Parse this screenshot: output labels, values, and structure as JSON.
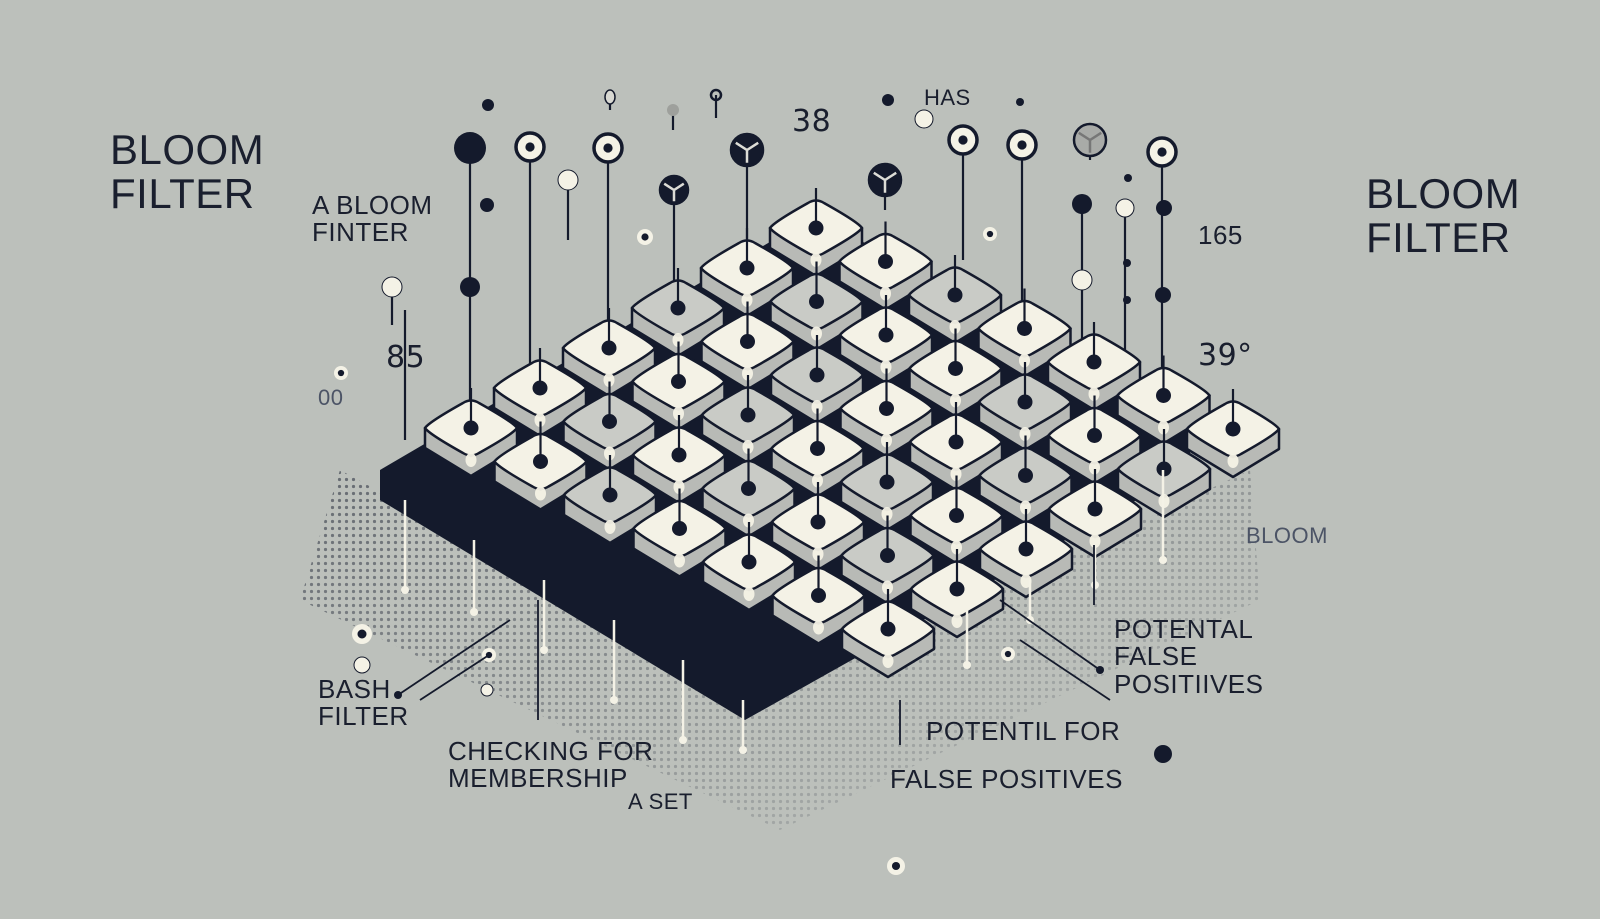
{
  "diagram": {
    "title_left": "BLOOM\nFILTER",
    "title_right": "BLOOM\nFILTER",
    "labels": {
      "a_bloom_finter": "A BLOOM\nFINTER",
      "has": "HAS",
      "bash_filter": "BASH\nFILTER",
      "checking_membership": "CHECKING FOR\nMEMBERSHIP",
      "a_set": "A SET",
      "potential_false_positives_right": "POTENTAL\nFALSE\nPOSITIIVES",
      "potential_for_false_positives": "POTENTIL FOR",
      "false_positives_bottom": "FALSE POSITIVES",
      "bloom_small": "BLOOM"
    },
    "numbers": {
      "n_38_top": "38",
      "n_85_left": "85",
      "n_00_left": "00",
      "n_165_right": "165",
      "n_39_right": "39°"
    },
    "colors": {
      "background": "#bcc0bb",
      "ink": "#141a2c",
      "tile_light": "#f4f2e6",
      "tile_grey": "#c9cbc6",
      "tile_side": "#b8bab6"
    },
    "grid": {
      "rows": 6,
      "cols": 7,
      "tile_shades": [
        [
          "light",
          "light",
          "grey",
          "light",
          "light",
          "light",
          "light"
        ],
        [
          "light",
          "grey",
          "light",
          "light",
          "grey",
          "light",
          "grey"
        ],
        [
          "grey",
          "light",
          "grey",
          "light",
          "light",
          "grey",
          "light"
        ],
        [
          "light",
          "light",
          "grey",
          "light",
          "grey",
          "light",
          "light"
        ],
        [
          "light",
          "grey",
          "light",
          "grey",
          "light",
          "grey",
          "light"
        ],
        [
          "light",
          "light",
          "grey",
          "light",
          "light",
          "light",
          "light"
        ]
      ]
    }
  }
}
